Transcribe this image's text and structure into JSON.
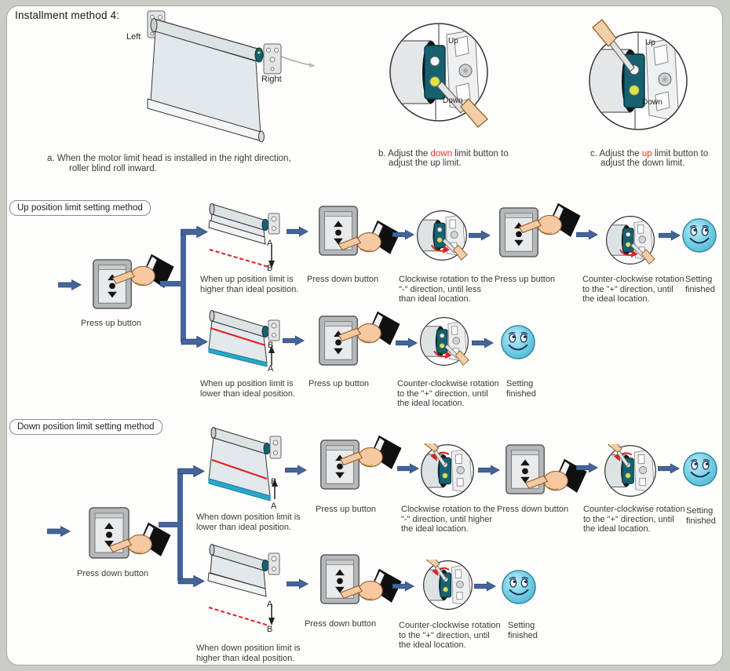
{
  "intro": {
    "title": "Installment method 4:",
    "left": "Left",
    "right": "Right",
    "note_a1": "a.  When the motor limit head is installed in the right  direction,",
    "note_a2": "roller blind roll inward.",
    "b": {
      "up": "Up",
      "down": "Down",
      "pre": "b. Adjust the ",
      "word": "down",
      "post": " limit button to",
      "line2": "adjust the up limit."
    },
    "c": {
      "up": "Up",
      "down": "Down",
      "pre": "c. Adjust the ",
      "word": "up",
      "post": " limit button to",
      "line2": "adjust the down limit."
    }
  },
  "up": {
    "header": "Up position limit setting method",
    "entry": "Press up button",
    "rows": [
      {
        "top": "A",
        "bottom": "B",
        "condition": "When up position limit is\nhigher than ideal position.",
        "steps": [
          "Press down button",
          "Clockwise rotation to the\n\"-\" direction, until less\nthan ideal location.",
          "Press up button",
          "Counter-clockwise rotation\nto the \"+\" direction, until\nthe ideal location.",
          "Setting\nfinished"
        ]
      },
      {
        "top": "B",
        "bottom": "A",
        "condition": "When up position limit is\nlower than ideal position.",
        "steps": [
          "Press up button",
          "Counter-clockwise rotation\nto the \"+\" direction, until\nthe ideal location.",
          "Setting\nfinished"
        ]
      }
    ]
  },
  "down": {
    "header": "Down position limit setting method",
    "entry": "Press down button",
    "rows": [
      {
        "top": "B",
        "bottom": "A",
        "condition": "When down position limit is\nlower than ideal position.",
        "steps": [
          "Press up button",
          "Clockwise rotation to the\n\"-\" direction, until higher\nthe ideal location.",
          "Press down button",
          "Counter-clockwise rotation\nto the \"+\" direction, until\nthe ideal location.",
          "Setting\nfinished"
        ]
      },
      {
        "top": "A",
        "bottom": "B",
        "condition": "When down position limit is\nhigher than ideal position.",
        "steps": [
          "Press down button",
          "Counter-clockwise rotation\nto the \"+\" direction, until\nthe ideal location.",
          "Setting\nfinished"
        ]
      }
    ]
  },
  "colors": {
    "flow_arrow": "#45659a",
    "highlight_red": "#e8352b",
    "limit_line_red": "#e02020",
    "bottom_bar_cyan": "#2aa8c8",
    "smiley_blue": "#72cde4",
    "motor_teal": "#17616f",
    "button_yellow": "#e6e438"
  }
}
